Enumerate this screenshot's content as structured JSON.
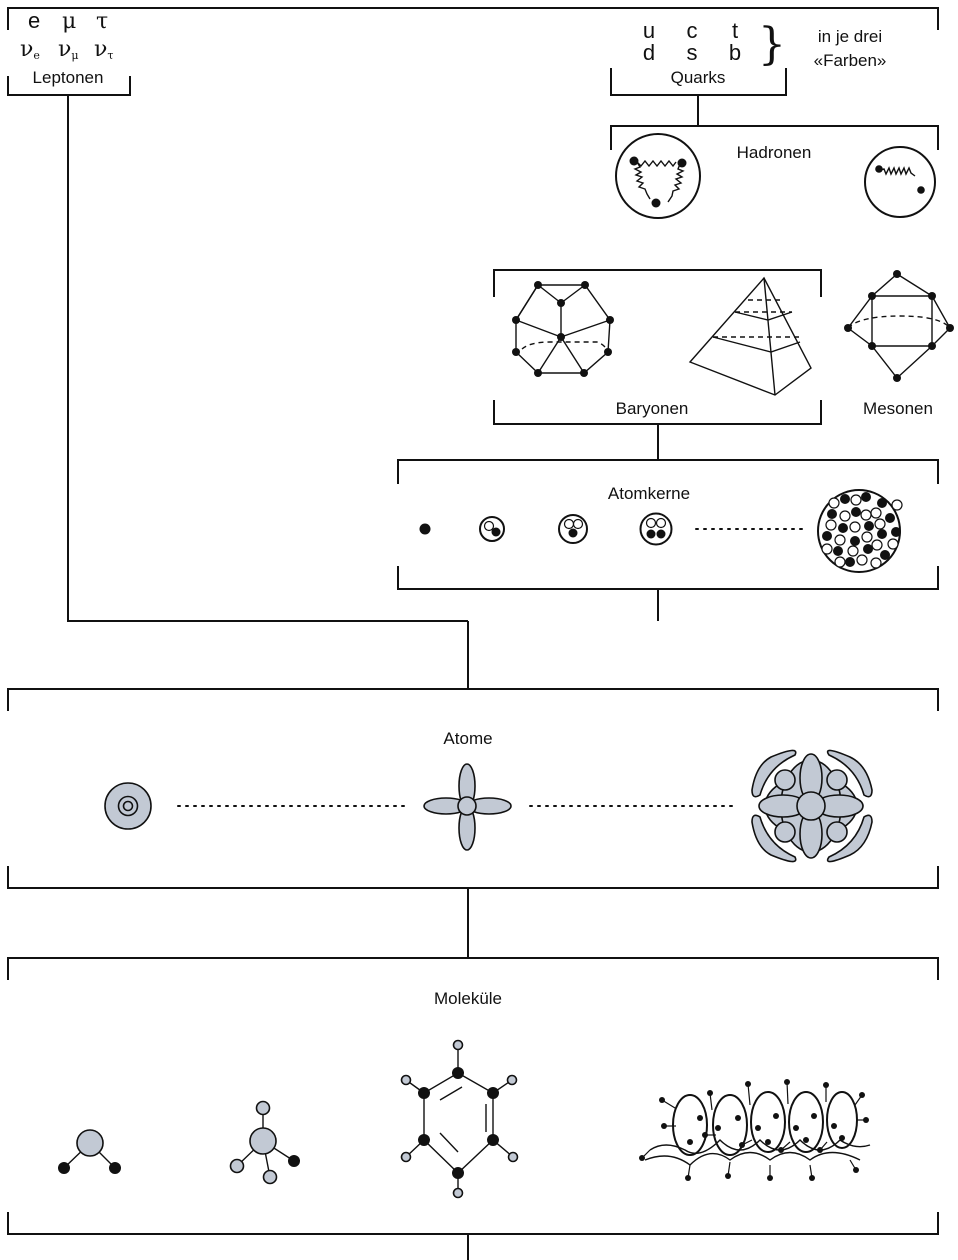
{
  "leptons": {
    "row1": [
      "e",
      "μ",
      "τ"
    ],
    "row2": [
      {
        "base": "ν",
        "sub": "e"
      },
      {
        "base": "ν",
        "sub": "μ"
      },
      {
        "base": "ν",
        "sub": "τ"
      }
    ],
    "label": "Leptonen"
  },
  "quarks": {
    "row1": [
      "u",
      "c",
      "t"
    ],
    "row2": [
      "d",
      "s",
      "b"
    ],
    "brace": "}",
    "label": "Quarks",
    "note_line1": "in je drei",
    "note_line2": "«Farben»"
  },
  "hadronen": {
    "label": "Hadronen"
  },
  "baryonen": {
    "label": "Baryonen"
  },
  "mesonen": {
    "label": "Mesonen"
  },
  "atomkerne": {
    "label": "Atomkerne"
  },
  "atome": {
    "label": "Atome"
  },
  "molekuele": {
    "label": "Moleküle"
  },
  "colors": {
    "line": "#111111",
    "fill_gray": "#c2c9d4",
    "particle_dark": "#111111",
    "particle_light": "#ffffff"
  }
}
